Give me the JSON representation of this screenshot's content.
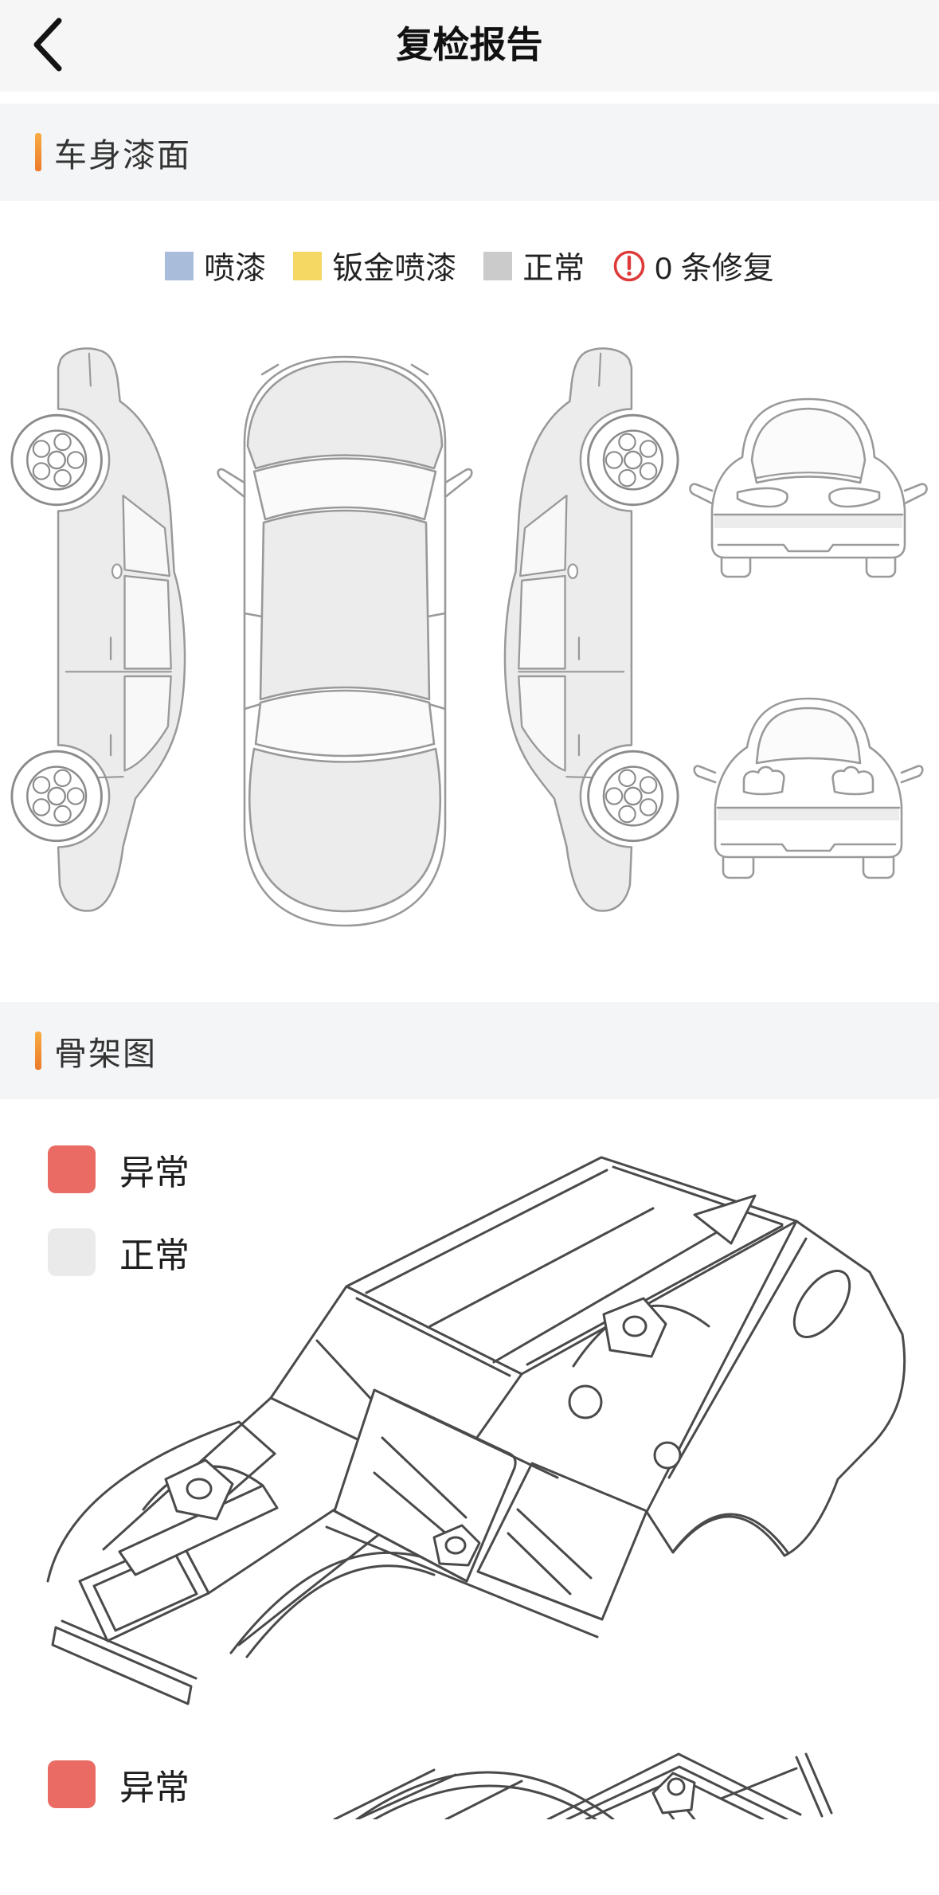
{
  "header": {
    "title": "复检报告"
  },
  "paint_section": {
    "title": "车身漆面",
    "legend": [
      {
        "label": "喷漆",
        "color": "#A9BDDB"
      },
      {
        "label": "钣金喷漆",
        "color": "#F5D764"
      },
      {
        "label": "正常",
        "color": "#CBCBCB"
      }
    ],
    "repair_text": "0 条修复",
    "repair_icon_color": "#DE3A3A"
  },
  "skeleton_section": {
    "title": "骨架图",
    "legend": [
      {
        "label": "异常",
        "color": "#E96B64"
      },
      {
        "label": "正常",
        "color": "#EAEAEA"
      }
    ],
    "bottom_legend": {
      "label": "异常",
      "color": "#E96B64"
    }
  },
  "theme": {
    "accent_orange": "#F18A25",
    "strip_bg": "#F4F5F6",
    "header_bg": "#F6F6F7",
    "paint_line_gray": "#9A9A9A",
    "skeleton_line": "#4A4A4A"
  }
}
